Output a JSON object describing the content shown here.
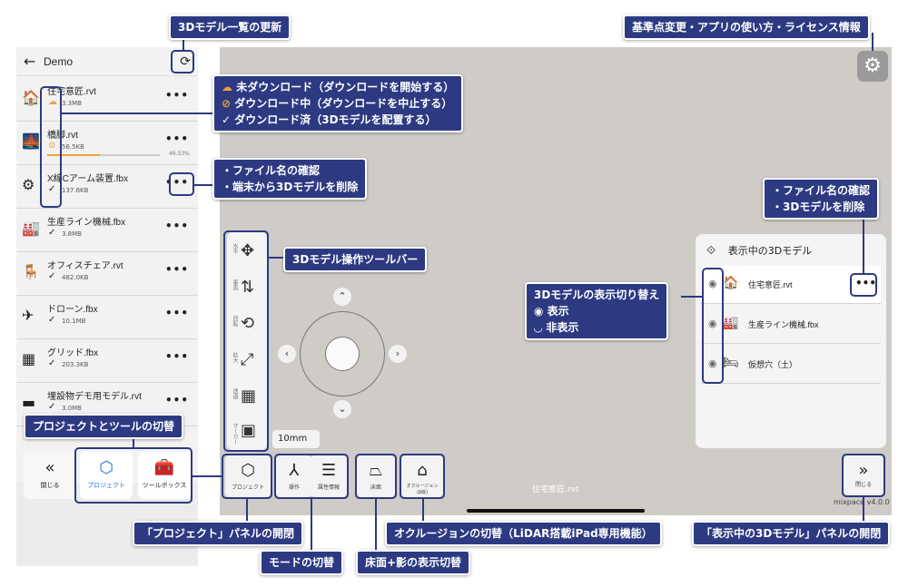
{
  "sidebar": {
    "back_glyph": "←",
    "title": "Demo",
    "refresh_glyph": "⟳",
    "files": [
      {
        "name": "住宅意匠.rvt",
        "size": "3.3MB",
        "status": "cloud-download-icon",
        "status_glyph": "☁",
        "status_color": "#e8a23c",
        "thumb": "🏠"
      },
      {
        "name": "橋脚.rvt",
        "size": "56.5KB",
        "status": "cancel-icon",
        "status_glyph": "⊘",
        "status_color": "#e8a23c",
        "thumb": "🌉",
        "progress": 0.4653,
        "progress_text": "46.53%"
      },
      {
        "name": "X線Cアーム装置.fbx",
        "size": "137.6KB",
        "status": "check-icon",
        "status_glyph": "✓",
        "thumb": "⚙"
      },
      {
        "name": "生産ライン機械.fbx",
        "size": "3.8MB",
        "status": "check-icon",
        "status_glyph": "✓",
        "thumb": "🏭"
      },
      {
        "name": "オフィスチェア.rvt",
        "size": "482.0KB",
        "status": "check-icon",
        "status_glyph": "✓",
        "thumb": "🪑"
      },
      {
        "name": "ドローン.fbx",
        "size": "10.1MB",
        "status": "check-icon",
        "status_glyph": "✓",
        "thumb": "✈"
      },
      {
        "name": "グリッド.fbx",
        "size": "203.3KB",
        "status": "check-icon",
        "status_glyph": "✓",
        "thumb": "▦"
      },
      {
        "name": "埋設物デモ用モデル.rvt",
        "size": "3.0MB",
        "status": "check-icon",
        "status_glyph": "✓",
        "thumb": "▬"
      }
    ],
    "more_glyph": "•••",
    "bottom": {
      "close": {
        "glyph": "«",
        "label": "閉じる"
      },
      "project": {
        "glyph": "⬡",
        "label": "プロジェクト"
      },
      "toolbox": {
        "glyph": "🧰",
        "label": "ツールボックス"
      }
    }
  },
  "viewport": {
    "gear_glyph": "⚙",
    "tools": [
      {
        "side": "水平",
        "glyph": "✥",
        "icon": "move-icon"
      },
      {
        "side": "垂直",
        "glyph": "⇅",
        "icon": "vertical-icon"
      },
      {
        "side": "回転",
        "glyph": "⟲",
        "icon": "rotate-icon"
      },
      {
        "side": "拡大",
        "glyph": "⤢",
        "icon": "scale-icon"
      },
      {
        "side": "透過",
        "glyph": "▦",
        "icon": "transparency-icon"
      },
      {
        "side": "マーカー",
        "glyph": "▣",
        "icon": "marker-icon"
      }
    ],
    "arrows": {
      "up": "⌃",
      "down": "⌄",
      "left": "‹",
      "right": "›"
    },
    "step": "10mm",
    "step_caret": "⌃",
    "bottom_buttons": [
      {
        "label": "プロジェクト",
        "glyph": "⬡",
        "icon": "project-icon"
      },
      {
        "label": "操作",
        "glyph": "⅄",
        "icon": "operation-icon"
      },
      {
        "label": "属性情報",
        "glyph": "☰",
        "icon": "attribute-icon"
      },
      {
        "label": "床面",
        "glyph": "⏢",
        "icon": "floor-icon"
      },
      {
        "label": "オクルージョン\n(β版)",
        "glyph": "⌂",
        "icon": "occlusion-icon"
      }
    ],
    "current_model": "住宅意匠.rvt",
    "version": "mixpace v4.0.0",
    "close": {
      "glyph": "»",
      "label": "閉じる"
    },
    "panel": {
      "title": "表示中の3Dモデル",
      "title_glyph": "⟐",
      "rows": [
        {
          "name": "住宅意匠.rvt",
          "thumb": "🏠"
        },
        {
          "name": "生産ライン機械.fbx",
          "thumb": "🏭"
        },
        {
          "name": "仮想穴（土）",
          "thumb": "🛏"
        }
      ],
      "eye_glyph": "◉"
    }
  },
  "callouts": {
    "refresh": "3Dモデル一覧の更新",
    "settings": "基準点変更・アプリの使い方・ライセンス情報",
    "status_lines": [
      "未ダウンロード（ダウンロードを開始する）",
      "ダウンロード中（ダウンロードを中止する）",
      "ダウンロード済（3Dモデルを配置する）"
    ],
    "status_icons": [
      "☁",
      "⊘",
      "✓"
    ],
    "file_menu": [
      "・ファイル名の確認",
      "・端末から3Dモデルを削除"
    ],
    "right_menu": [
      "・ファイル名の確認",
      "・3Dモデルを削除"
    ],
    "toolbar": "3Dモデル操作ツールバー",
    "visibility": {
      "title": "3Dモデルの表示切り替え",
      "show": "表示",
      "hide": "非表示",
      "show_glyph": "◉",
      "hide_glyph": "◡"
    },
    "switch": "プロジェクトとツールの切替",
    "project_panel": "「プロジェクト」パネルの開閉",
    "mode": "モードの切替",
    "floor": "床面+影の表示切替",
    "occlusion": "オクルージョンの切替（LiDAR搭載iPad専用機能）",
    "right_panel": "「表示中の3Dモデル」パネルの開閉"
  }
}
